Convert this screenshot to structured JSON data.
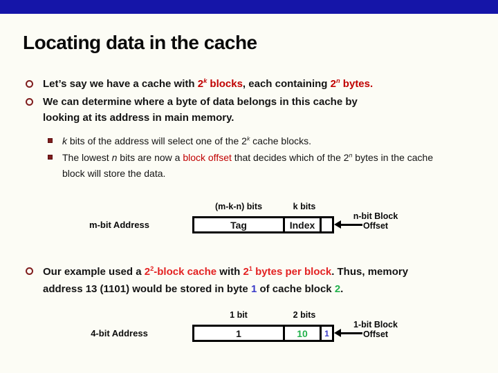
{
  "colors": {
    "accent_bar": "#1515A8",
    "dark_red": "#7F1D1D",
    "red": "#C00000",
    "bright_red": "#E32222",
    "blue": "#3A3AC8",
    "green": "#22B14C"
  },
  "title": "Locating data in the cache",
  "bullets": {
    "b1": [
      {
        "t": "Let’s say we have a cache with "
      },
      {
        "t": "2",
        "c": "red"
      },
      {
        "t": "k",
        "sup": true,
        "c": "red it"
      },
      {
        "t": " blocks",
        "c": "red"
      },
      {
        "t": ", each containing "
      },
      {
        "t": "2",
        "c": "red"
      },
      {
        "t": "n",
        "sup": true,
        "c": "red it"
      },
      {
        "t": " bytes.",
        "c": "red"
      }
    ],
    "b2": [
      {
        "t": "We can determine where a byte of data belongs in this cache by looking at its address in main memory."
      }
    ],
    "sub1": [
      {
        "t": "k",
        "c": "it"
      },
      {
        "t": " bits of the address will select one of the 2"
      },
      {
        "t": "k",
        "sup": true,
        "c": "it"
      },
      {
        "t": " cache blocks."
      }
    ],
    "sub2": [
      {
        "t": "The lowest "
      },
      {
        "t": "n",
        "c": "it"
      },
      {
        "t": " bits are now a "
      },
      {
        "t": "block offset",
        "c": "red"
      },
      {
        "t": " that decides which of the 2"
      },
      {
        "t": "n",
        "sup": true,
        "c": "it"
      },
      {
        "t": " bytes in the cache block will store the data."
      }
    ],
    "b3": [
      {
        "t": "Our example used a "
      },
      {
        "t": "2",
        "c": "red2"
      },
      {
        "t": "2",
        "sup": true,
        "c": "red2"
      },
      {
        "t": "-block cache",
        "c": "red2"
      },
      {
        "t": " with "
      },
      {
        "t": "2",
        "c": "red2"
      },
      {
        "t": "1",
        "sup": true,
        "c": "red2"
      },
      {
        "t": " bytes per block",
        "c": "red2"
      },
      {
        "t": ". Thus, memory address 13 (1101) would be stored in byte "
      },
      {
        "t": "1",
        "c": "blue"
      },
      {
        "t": " of cache block "
      },
      {
        "t": "2",
        "c": "green"
      },
      {
        "t": "."
      }
    ]
  },
  "diagram1": {
    "address_label": "m-bit Address",
    "bits_label_1": "(m-k-n) bits",
    "bits_label_2": "k bits",
    "field1": [
      {
        "t": "Tag"
      }
    ],
    "field2": [
      {
        "t": "Index"
      }
    ],
    "field3": [],
    "offset_label_line1": "n-bit Block",
    "offset_label_line2": "Offset"
  },
  "diagram2": {
    "address_label": "4-bit Address",
    "bits_label_1": "1 bit",
    "bits_label_2": "2 bits",
    "field1": [
      {
        "t": "1"
      }
    ],
    "field2": [
      {
        "t": "10",
        "c": "green"
      }
    ],
    "field3": [
      {
        "t": "1",
        "c": "blue"
      }
    ],
    "offset_label_line1": "1-bit Block",
    "offset_label_line2": "Offset"
  }
}
